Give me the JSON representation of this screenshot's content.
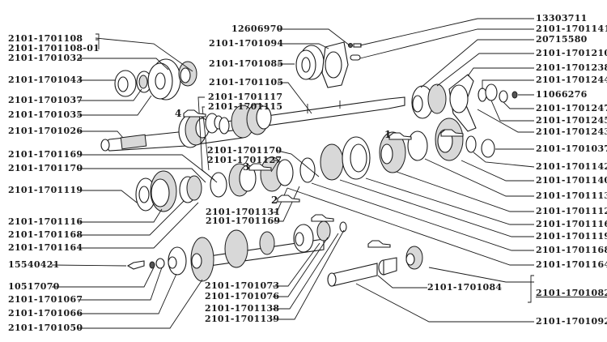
{
  "title": "Gearbox shafts exploded parts diagram",
  "left_labels": [
    {
      "id": "l1",
      "text": "2101-1701108"
    },
    {
      "id": "l2",
      "text": "2101-1701108-01"
    },
    {
      "id": "l3",
      "text": "2101-1701032"
    },
    {
      "id": "l4",
      "text": "2101-1701043"
    },
    {
      "id": "l5",
      "text": "2101-1701037"
    },
    {
      "id": "l6",
      "text": "2101-1701035"
    },
    {
      "id": "l7",
      "text": "2101-1701026"
    },
    {
      "id": "l8",
      "text": "2101-1701169"
    },
    {
      "id": "l9",
      "text": "2101-1701170"
    },
    {
      "id": "l10",
      "text": "2101-1701119"
    },
    {
      "id": "l11",
      "text": "2101-1701116"
    },
    {
      "id": "l12",
      "text": "2101-1701168"
    },
    {
      "id": "l13",
      "text": "2101-1701164"
    },
    {
      "id": "l14",
      "text": "15540421"
    },
    {
      "id": "l15",
      "text": "10517070"
    },
    {
      "id": "l16",
      "text": "2101-1701067"
    },
    {
      "id": "l17",
      "text": "2101-1701066"
    },
    {
      "id": "l18",
      "text": "2101-1701050"
    }
  ],
  "center_labels": [
    {
      "id": "c1",
      "text": "12606970"
    },
    {
      "id": "c2",
      "text": "2101-1701094"
    },
    {
      "id": "c3",
      "text": "2101-1701085"
    },
    {
      "id": "c4",
      "text": "2101-1701105"
    },
    {
      "id": "c5",
      "text": "2101-1701117"
    },
    {
      "id": "c6",
      "text": "2101-1701115"
    },
    {
      "id": "c7",
      "text": "2101-1701170"
    },
    {
      "id": "c8",
      "text": "2101-1701127"
    },
    {
      "id": "c9",
      "text": "2101-1701131"
    },
    {
      "id": "c10",
      "text": "2101-1701169"
    },
    {
      "id": "c11",
      "text": "2101-1701073"
    },
    {
      "id": "c12",
      "text": "2101-1701076"
    },
    {
      "id": "c13",
      "text": "2101-1701138"
    },
    {
      "id": "c14",
      "text": "2101-1701139"
    },
    {
      "id": "c15",
      "text": "2101-1701084"
    }
  ],
  "right_labels": [
    {
      "id": "r1",
      "text": "13303711"
    },
    {
      "id": "r2",
      "text": "2101-1701141"
    },
    {
      "id": "r3",
      "text": "20715580"
    },
    {
      "id": "r4",
      "text": "2101-1701210"
    },
    {
      "id": "r5",
      "text": "2101-1701238"
    },
    {
      "id": "r6",
      "text": "2101-1701244"
    },
    {
      "id": "r7",
      "text": "11066276"
    },
    {
      "id": "r8",
      "text": "2101-1701247"
    },
    {
      "id": "r9",
      "text": "2101-1701245"
    },
    {
      "id": "r10",
      "text": "2101-1701243"
    },
    {
      "id": "r11",
      "text": "2101-1701037"
    },
    {
      "id": "r12",
      "text": "2101-1701142"
    },
    {
      "id": "r13",
      "text": "2101-1701140"
    },
    {
      "id": "r14",
      "text": "2101-1701113"
    },
    {
      "id": "r15",
      "text": "2101-1701112"
    },
    {
      "id": "r16",
      "text": "2101-1701116"
    },
    {
      "id": "r17",
      "text": "2101-1701119"
    },
    {
      "id": "r18",
      "text": "2101-1701168"
    },
    {
      "id": "r19",
      "text": "2101-1701164"
    },
    {
      "id": "r20",
      "text": "2101-1701082"
    },
    {
      "id": "r21",
      "text": "2101-1701092"
    }
  ],
  "gear_markers": [
    {
      "id": "g1",
      "number": "1",
      "icon": "car-icon"
    },
    {
      "id": "g2",
      "number": "2",
      "icon": "car-icon"
    },
    {
      "id": "g3",
      "number": "3",
      "icon": "car-icon"
    },
    {
      "id": "g4",
      "number": "4",
      "icon": "car-icon"
    },
    {
      "id": "g5",
      "number": "",
      "icon": "car-icon"
    },
    {
      "id": "g6",
      "number": "",
      "icon": "car-icon"
    },
    {
      "id": "g7",
      "number": "",
      "icon": "car-icon"
    }
  ],
  "colors": {
    "ink": "#1a1a1a",
    "paper": "#ffffff"
  }
}
